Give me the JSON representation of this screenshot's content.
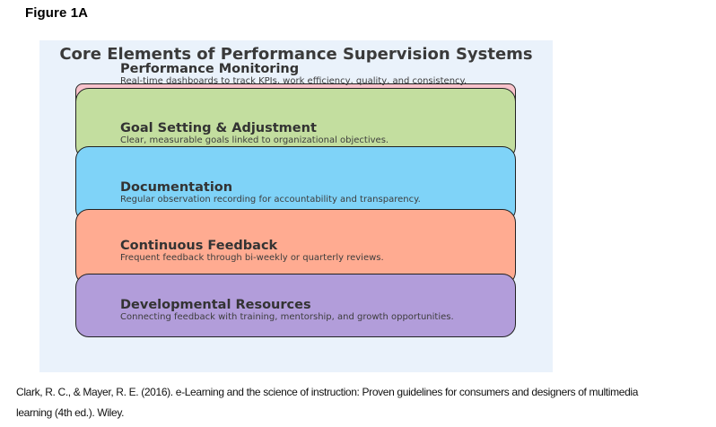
{
  "figure_label": "Figure 1A",
  "diagram": {
    "title": "Core Elements of Performance Supervision Systems",
    "panel_bg": "#eaf2fb",
    "border_color": "#222222",
    "items": [
      {
        "heading": "Performance Monitoring",
        "description": "Real-time dashboards to track KPIs, work efficiency, quality, and consistency.",
        "color": "#f8c3cb"
      },
      {
        "heading": "Goal Setting & Adjustment",
        "description": "Clear, measurable goals linked to organizational objectives.",
        "color": "#c3de9f"
      },
      {
        "heading": "Documentation",
        "description": "Regular observation recording for accountability and transparency.",
        "color": "#7fd3f8"
      },
      {
        "heading": "Continuous Feedback",
        "description": "Frequent feedback through bi-weekly or quarterly reviews.",
        "color": "#ffab91"
      },
      {
        "heading": "Developmental Resources",
        "description": "Connecting feedback with training, mentorship, and growth opportunities.",
        "color": "#b29dda"
      }
    ]
  },
  "citation": {
    "line1": "Clark, R. C., & Mayer, R. E. (2016). e-Learning and the science of instruction: Proven guidelines for consumers and designers of multimedia",
    "line2": "learning (4th ed.). Wiley."
  }
}
